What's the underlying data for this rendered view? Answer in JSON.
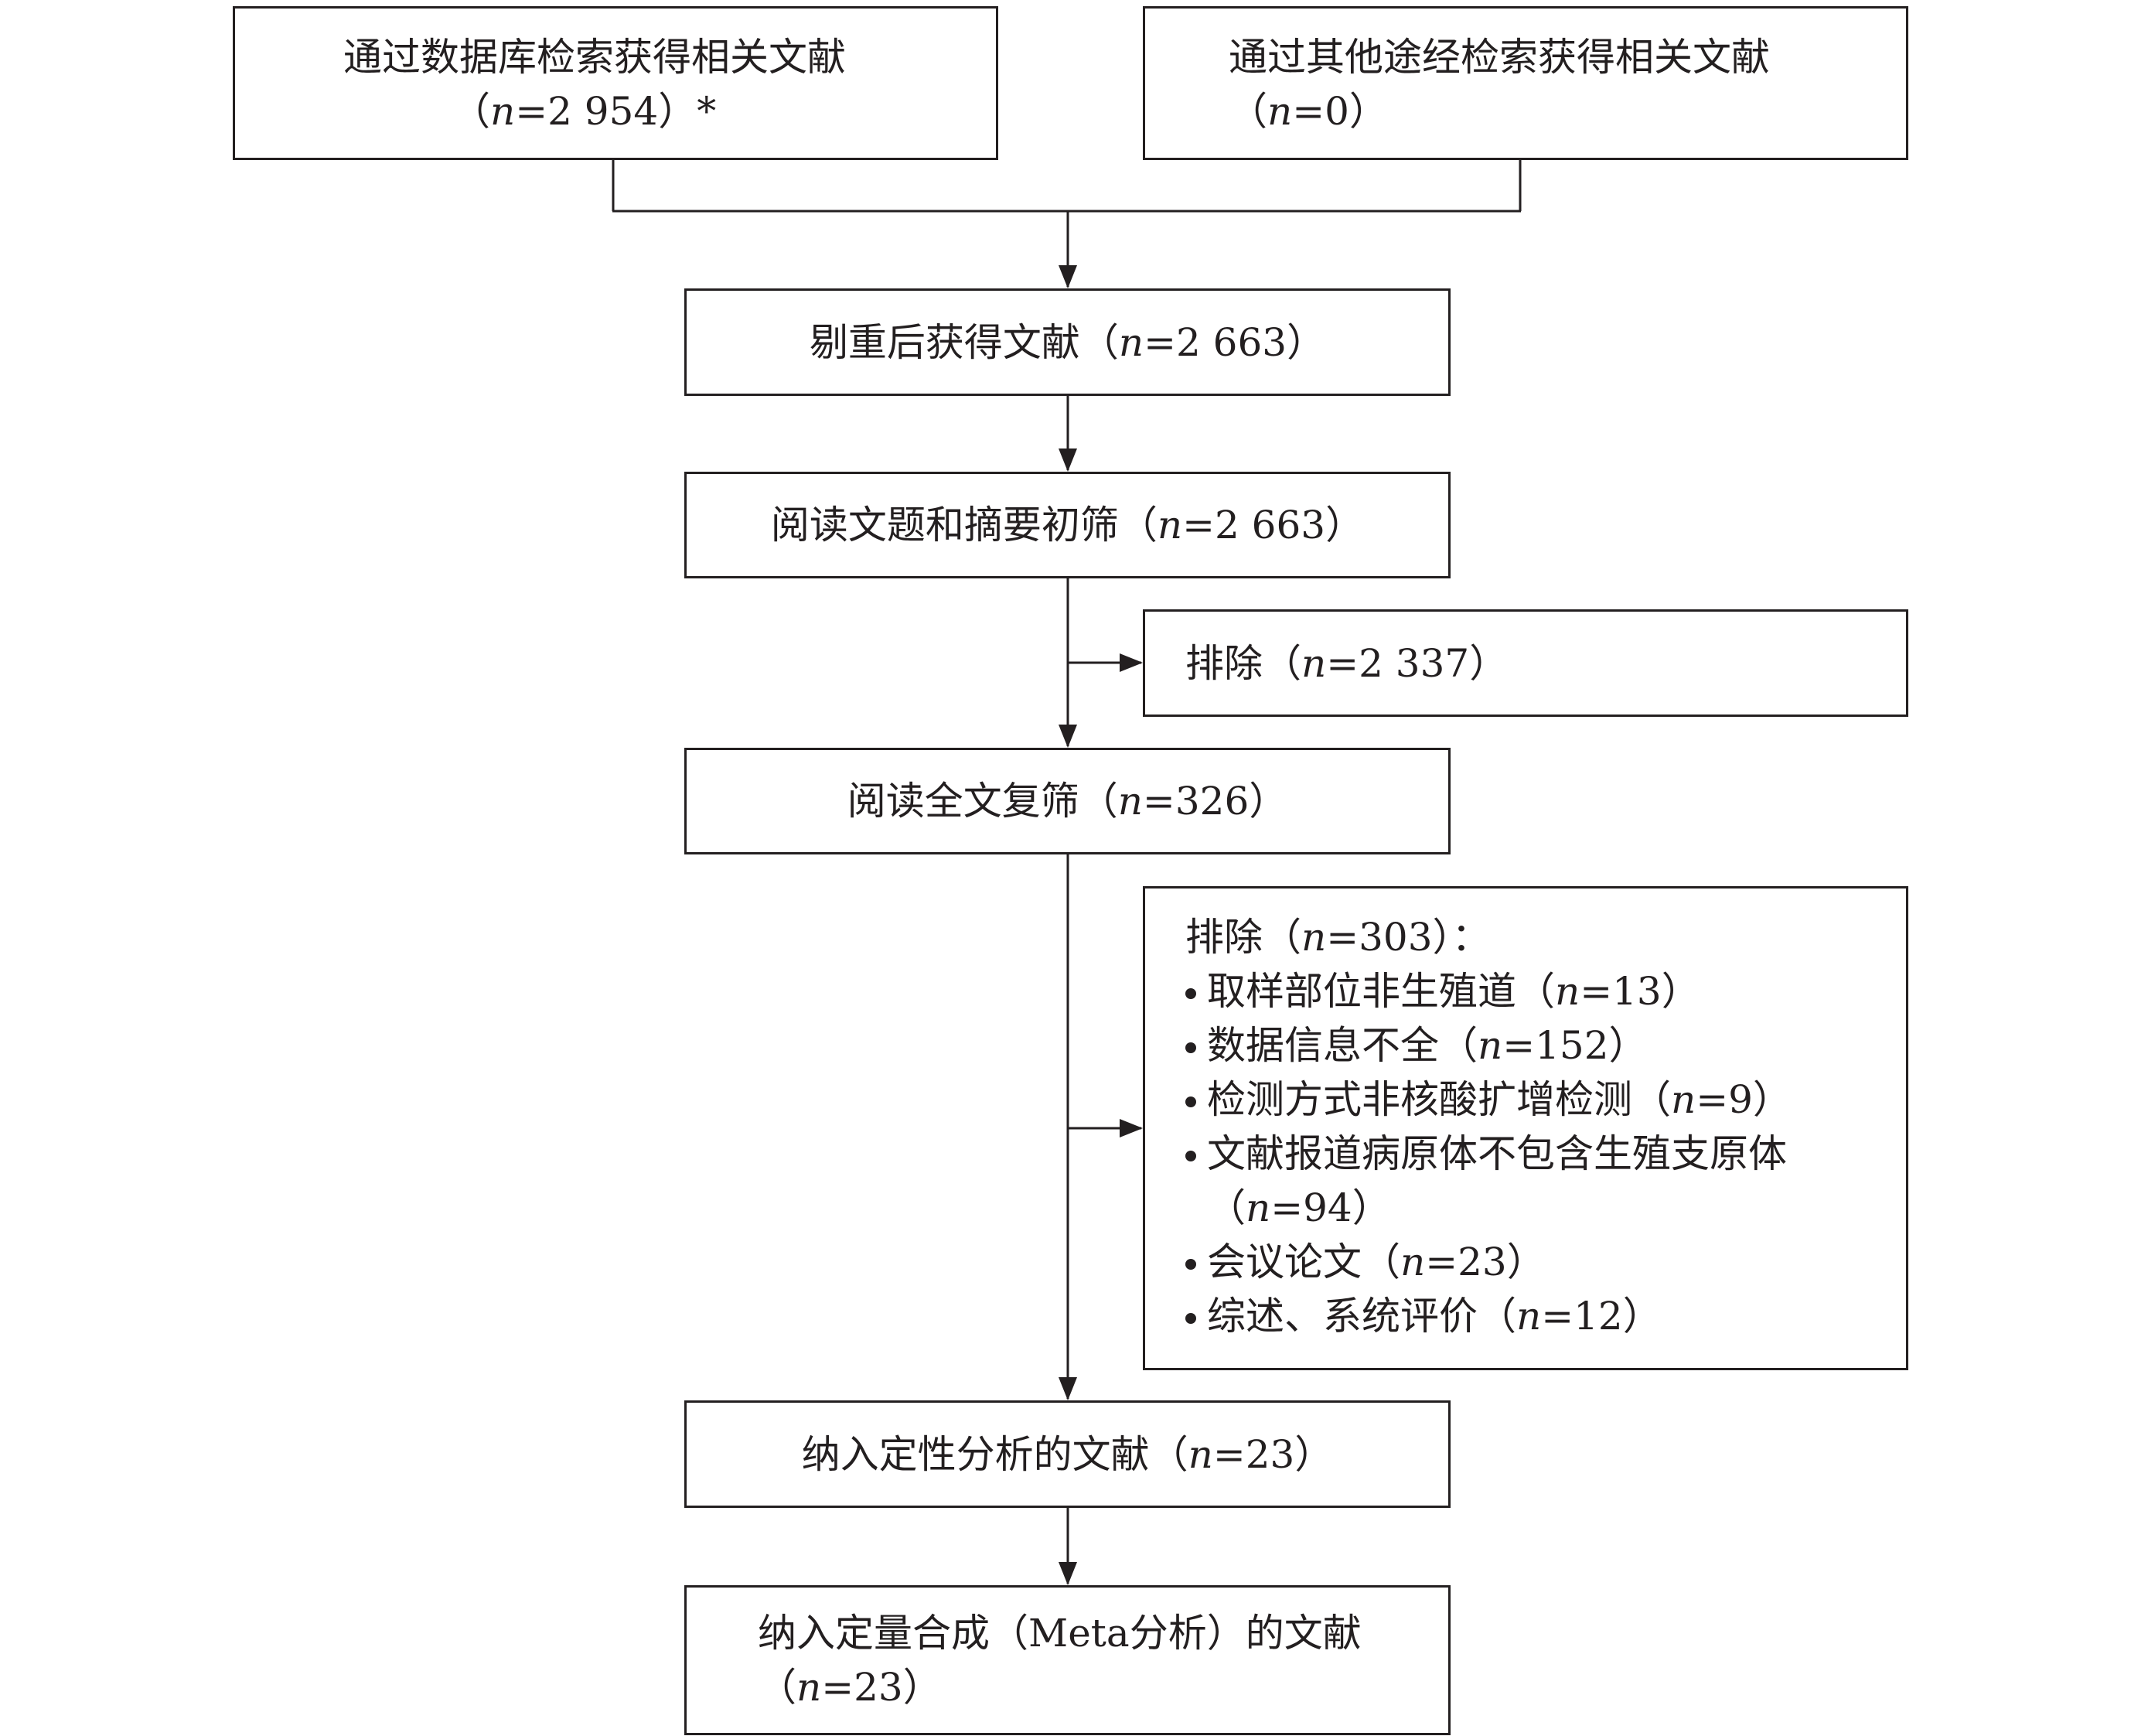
{
  "colors": {
    "stroke": "#231f20",
    "background": "#ffffff"
  },
  "records_database": {
    "title": "通过数据库检索获得相关文献",
    "count_open": "（",
    "n_symbol": "n",
    "count_value": "=2 954",
    "count_close": "）*"
  },
  "records_other": {
    "title": "通过其他途经检索获得相关文献",
    "count_open": "（",
    "n_symbol": "n",
    "count_value": "=0",
    "count_close": "）"
  },
  "after_dedup": {
    "label": "剔重后获得文献（",
    "n_symbol": "n",
    "count_value": "=2 663",
    "count_close": "）"
  },
  "title_abstract_screen": {
    "label": "阅读文题和摘要初筛（",
    "n_symbol": "n",
    "count_value": "=2 663",
    "count_close": "）"
  },
  "excluded_screening": {
    "label": "排除（",
    "n_symbol": "n",
    "count_value": "=2 337",
    "count_close": "）"
  },
  "fulltext_screen": {
    "label": "阅读全文复筛（",
    "n_symbol": "n",
    "count_value": "=326",
    "count_close": "）"
  },
  "excluded_fulltext": {
    "header_label": "排除（",
    "header_n_symbol": "n",
    "header_value": "=303",
    "header_close": "）：",
    "reasons": [
      {
        "label": "取样部位非生殖道（",
        "n_symbol": "n",
        "value": "=13",
        "close": "）"
      },
      {
        "label": "数据信息不全（",
        "n_symbol": "n",
        "value": "=152",
        "close": "）"
      },
      {
        "label": "检测方式非核酸扩增检测（",
        "n_symbol": "n",
        "value": "=9",
        "close": "）"
      },
      {
        "label": "文献报道病原体不包含生殖支原体",
        "cont_open": "（",
        "n_symbol": "n",
        "value": "=94",
        "close": "）"
      },
      {
        "label": "会议论文（",
        "n_symbol": "n",
        "value": "=23",
        "close": "）"
      },
      {
        "label": "综述、系统评价（",
        "n_symbol": "n",
        "value": "=12",
        "close": "）"
      }
    ]
  },
  "qualitative_included": {
    "label": "纳入定性分析的文献（",
    "n_symbol": "n",
    "count_value": "=23",
    "count_close": "）"
  },
  "quantitative_included": {
    "title": "纳入定量合成（Meta分析）的文献",
    "count_open": "（",
    "n_symbol": "n",
    "count_value": "=23",
    "count_close": "）"
  }
}
